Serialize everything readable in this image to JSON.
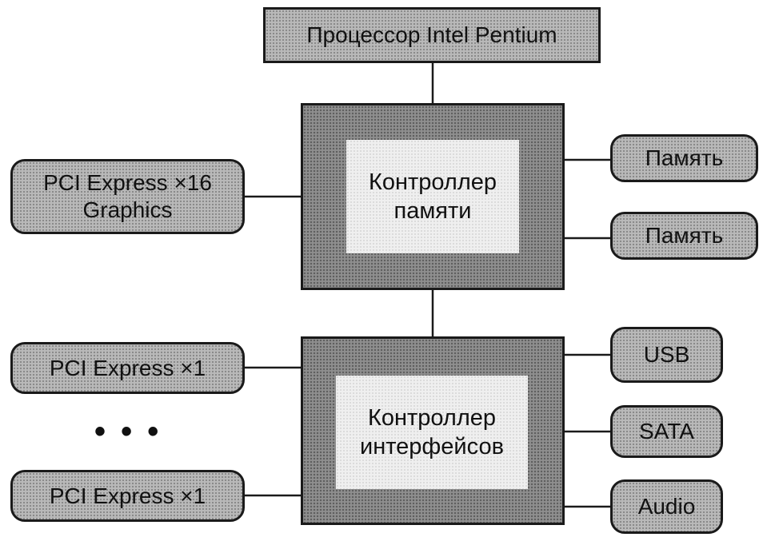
{
  "cpu": {
    "label": "Процессор Intel Pentium"
  },
  "memory_controller": {
    "label": "Контроллер\nпамяти"
  },
  "interface_controller": {
    "label": "Контроллер\nинтерфейсов"
  },
  "graphics": {
    "label": "PCI Express ×16\nGraphics"
  },
  "memory": [
    {
      "label": "Память"
    },
    {
      "label": "Память"
    }
  ],
  "pcie_x1": [
    {
      "label": "PCI Express ×1"
    },
    {
      "label": "PCI Express ×1"
    }
  ],
  "ellipsis": "• • •",
  "peripherals": [
    {
      "label": "USB"
    },
    {
      "label": "SATA"
    },
    {
      "label": "Audio"
    }
  ]
}
